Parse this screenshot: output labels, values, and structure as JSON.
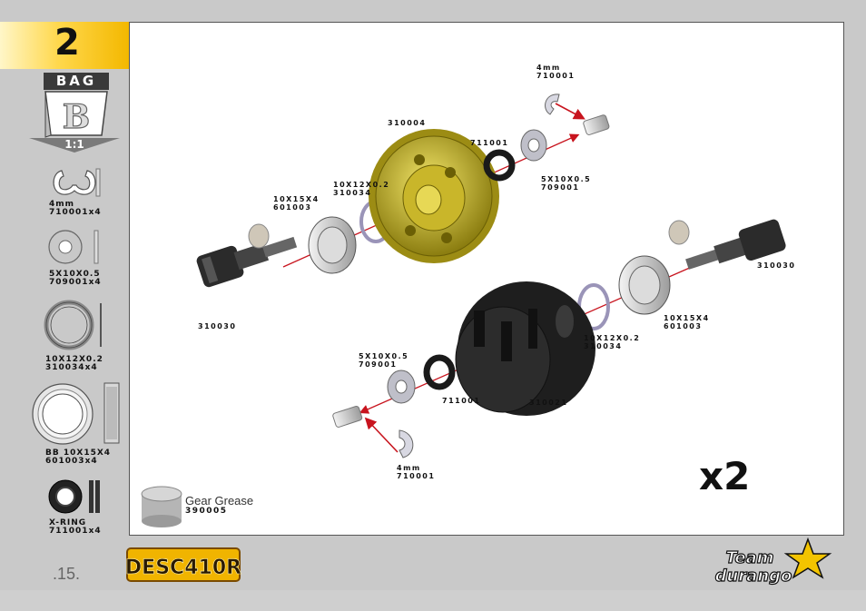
{
  "step": {
    "number": "2",
    "bag_label": "BAG",
    "bag_letter": "B",
    "scale": "1:1"
  },
  "parts": [
    {
      "line1": "4mm",
      "line2": "710001x4"
    },
    {
      "line1": "5X10X0.5",
      "line2": "709001x4"
    },
    {
      "line1": "10X12X0.2",
      "line2": "310034x4"
    },
    {
      "line1": "BB 10X15X4",
      "line2": "601003x4"
    },
    {
      "line1": "X-RING",
      "line2": "711001x4"
    }
  ],
  "callouts": {
    "clip_top": "4mm\n710001",
    "xring_top": "711001",
    "gear": "310004",
    "washer_top": "5X10X0.5\n709001",
    "shim_left": "10X12X0.2\n310034",
    "bearing_left": "10X15X4\n601003",
    "outdrive_left": "310030",
    "outdrive_right": "310030",
    "bearing_right": "10X15X4\n601003",
    "shim_right": "10X12X0.2\n310034",
    "washer_bottom": "5X10X0.5\n709001",
    "xring_bottom": "711001",
    "case": "310021",
    "clip_bottom": "4mm\n710001"
  },
  "quantity": "x2",
  "grease": {
    "name": "Gear Grease",
    "code": "390005"
  },
  "page_number": ".15.",
  "logos": {
    "product": "DESC410R",
    "brand_line1": "Team",
    "brand_line2": "durango"
  },
  "colors": {
    "accent_yellow": "#ffd84d",
    "arrow_red": "#c8141e",
    "gear_gold": "#c9b62a",
    "bag_dark": "#3a3a3a"
  }
}
